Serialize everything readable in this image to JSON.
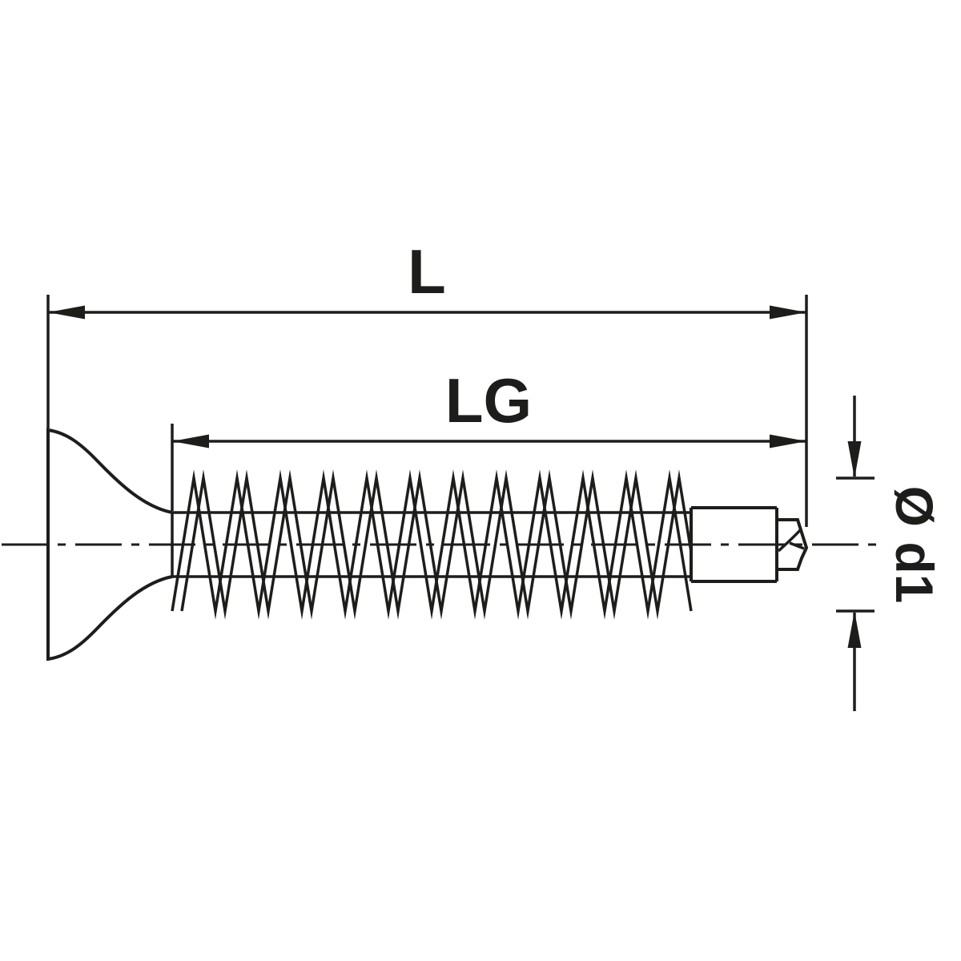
{
  "diagram": {
    "type": "technical-drawing",
    "labels": {
      "overall_length": "L",
      "thread_length": "LG",
      "diameter": "Ø d1"
    },
    "colors": {
      "line": "#1d1d1b",
      "background": "#ffffff"
    }
  }
}
